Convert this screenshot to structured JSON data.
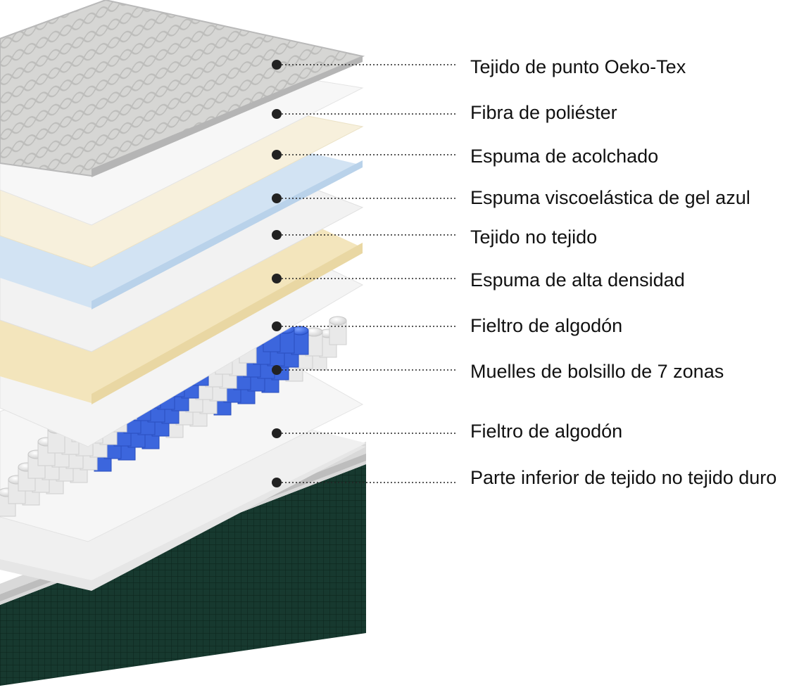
{
  "labels": {
    "oeko_tex": "Tejido de punto Oeko-Tex",
    "polyester": "Fibra de poliéster",
    "comfort_foam": "Espuma de acolchado",
    "gel_foam": "Espuma viscoelástica de gel azul",
    "nonwoven": "Tejido no tejido",
    "hd_foam": "Espuma de alta densidad",
    "felt_top": "Fieltro de algodón",
    "springs": "Muelles de bolsillo de 7 zonas",
    "felt_bottom": "Fieltro de algodón",
    "bottom": "Parte inferior de tejido no tejido duro"
  },
  "colors": {
    "quilt": "#d4d4d2",
    "white_layer": "#f4f4f4",
    "cream": "#f6efd8",
    "gel_blue": "#cfe1f2",
    "hd_foam": "#f2e3b9",
    "base_green": "#16392f",
    "blue_springs": "#3d6fe6",
    "white_springs": "#eeeeee"
  }
}
